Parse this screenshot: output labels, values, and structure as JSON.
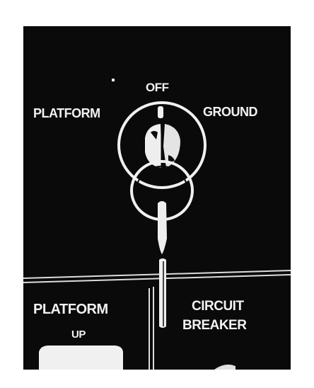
{
  "labels": {
    "off": "OFF",
    "platform": "PLATFORM",
    "ground": "GROUND",
    "platform_lower": "PLATFORM",
    "up": "UP",
    "circuit": "CIRCUIT",
    "breaker": "BREAKER"
  },
  "colors": {
    "panel": "#0a0a0a",
    "marking": "#f2f2f2"
  }
}
